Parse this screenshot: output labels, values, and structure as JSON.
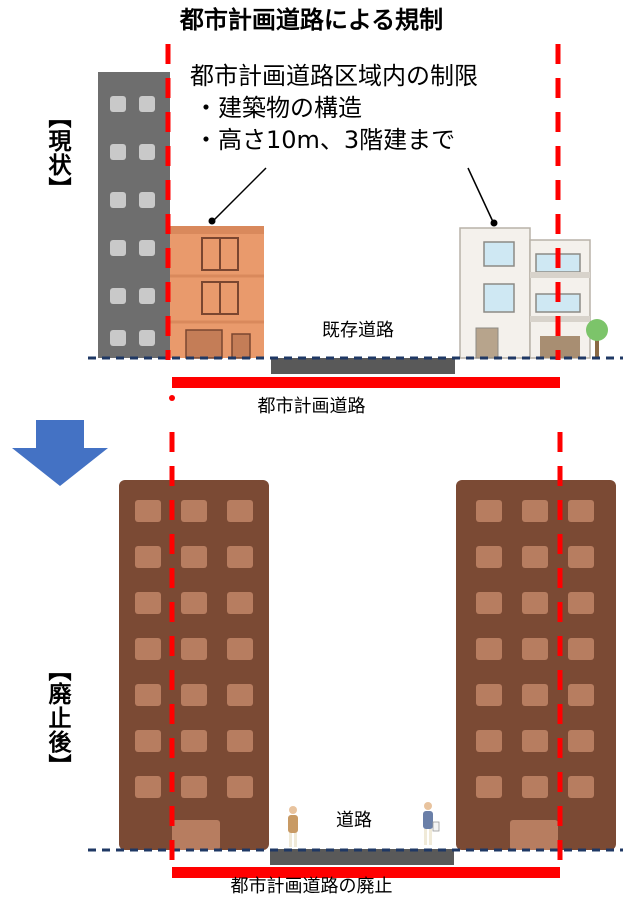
{
  "title": "都市計画道路による規制",
  "restriction": {
    "heading": "都市計画道路区域内の制限",
    "items": [
      "・建築物の構造",
      "・高さ10m、3階建まで"
    ]
  },
  "labels": {
    "current": "【現状】",
    "after": "【廃止後】",
    "existing_road": "既存道路",
    "planned_road": "都市計画道路",
    "road": "道路",
    "abolition": "都市計画道路の廃止"
  },
  "colors": {
    "red_line": "#ff0000",
    "ground_line": "#1f3864",
    "road_gray": "#595959",
    "arrow_blue": "#4472c4",
    "gray_building": "#6e6e6e",
    "orange_house": "#e99a6c",
    "brown_tower": "#7b4a34",
    "brown_window": "#b77d60"
  }
}
